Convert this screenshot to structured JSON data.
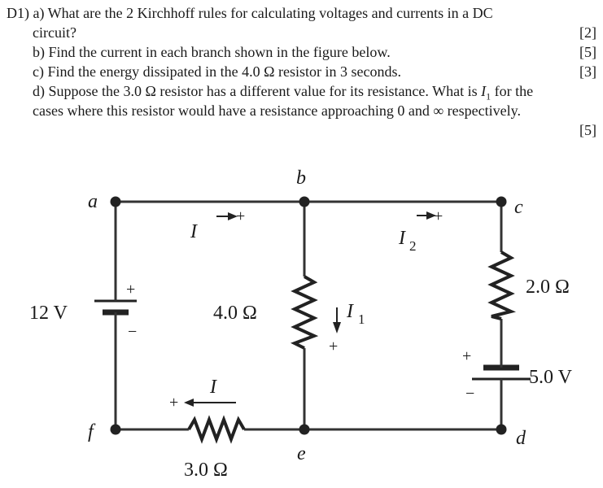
{
  "question": {
    "line1": "D1) a) What are the 2 Kirchhoff rules for calculating voltages and currents in a DC",
    "line2": "circuit?",
    "mark_a": "[2]",
    "line3": "b) Find the current in each branch shown in the figure below.",
    "mark_b": "[5]",
    "line4": "c) Find the energy dissipated in the 4.0 Ω resistor in 3 seconds.",
    "mark_c": "[3]",
    "line5a": "d) Suppose the 3.0 Ω resistor has a different value for its resistance. What is ",
    "line5_var": "I",
    "line5_sub": "1",
    "line5b": " for the",
    "line6": "cases where this resistor would have a resistance approaching 0 and ∞ respectively.",
    "mark_d": "[5]"
  },
  "circuit": {
    "nodes": {
      "a": "a",
      "b": "b",
      "c": "c",
      "d": "d",
      "e": "e",
      "f": "f"
    },
    "currents": {
      "top_left": "I",
      "top_right_var": "I",
      "top_right_sub": "2",
      "middle_var": "I",
      "middle_sub": "1",
      "bottom": "I"
    },
    "components": {
      "battery_left": "12 V",
      "resistor_middle": "4.0 Ω",
      "resistor_right": "2.0 Ω",
      "battery_right": "5.0 V",
      "resistor_bottom": "3.0 Ω"
    },
    "signs": {
      "plus": "+",
      "minus": "−"
    }
  }
}
